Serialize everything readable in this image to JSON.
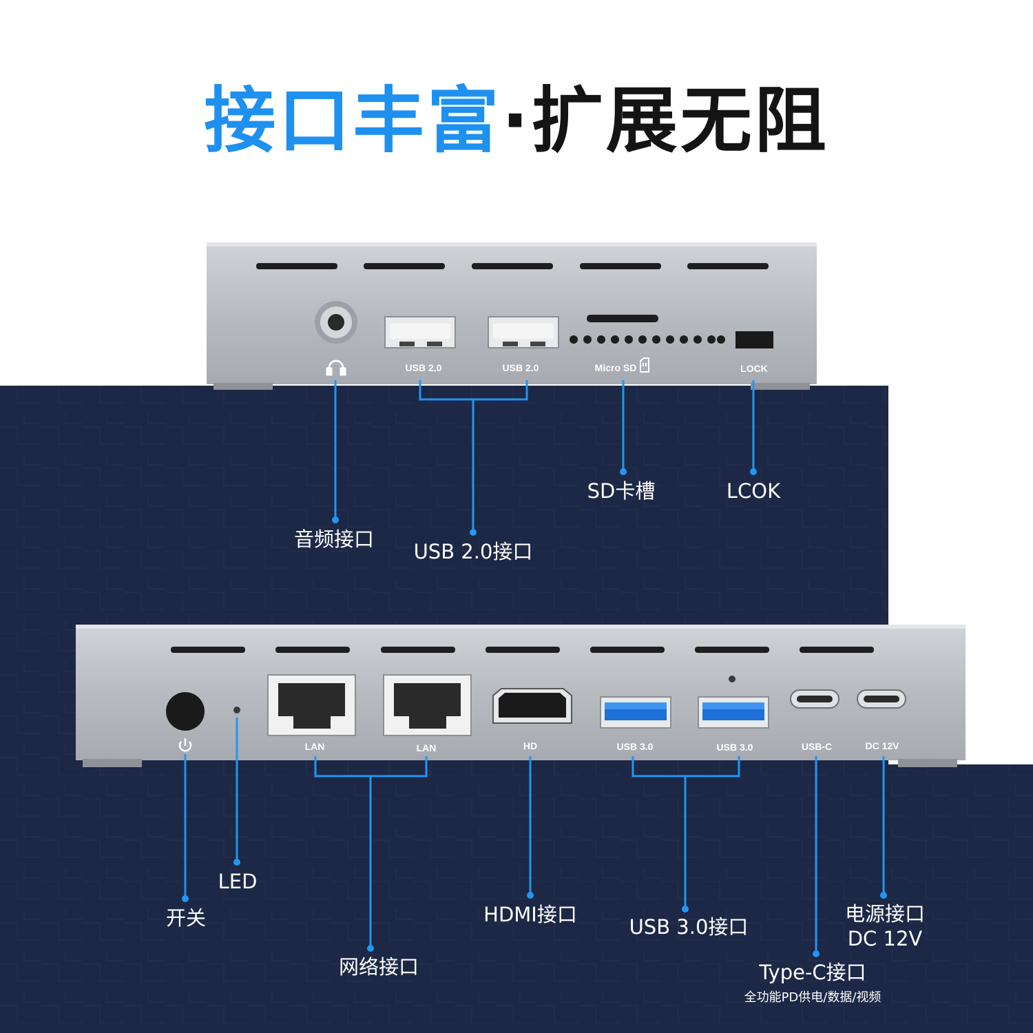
{
  "title": {
    "part1": "接口丰富",
    "dot": "·",
    "part2": "扩展无阻"
  },
  "colors": {
    "accent": "#1e90f0",
    "background": "#1c2845",
    "device": "#b8bcc2",
    "callout_line": "#2196f3"
  },
  "top_device": {
    "port_labels": {
      "usb1": "USB 2.0",
      "usb2": "USB 2.0",
      "microsd": "Micro SD",
      "lock": "LOCK"
    },
    "icons": [
      "headphone-icon",
      "sd-card-icon"
    ],
    "callouts": {
      "audio": "音频接口",
      "usb20": "USB 2.0接口",
      "sd": "SD卡槽",
      "lock": "LCOK"
    }
  },
  "bottom_device": {
    "port_labels": {
      "lan1": "LAN",
      "lan2": "LAN",
      "hd": "HD",
      "usb3a": "USB 3.0",
      "usb3b": "USB 3.0",
      "usbc": "USB-C",
      "dc": "DC 12V"
    },
    "icons": [
      "power-icon"
    ],
    "callouts": {
      "power": "开关",
      "led": "LED",
      "network": "网络接口",
      "hdmi": "HDMI接口",
      "usb30": "USB 3.0接口",
      "power_in_line1": "电源接口",
      "power_in_line2": "DC 12V",
      "typec": "Type-C接口",
      "typec_sub": "全功能PD供电/数据/视频"
    }
  }
}
